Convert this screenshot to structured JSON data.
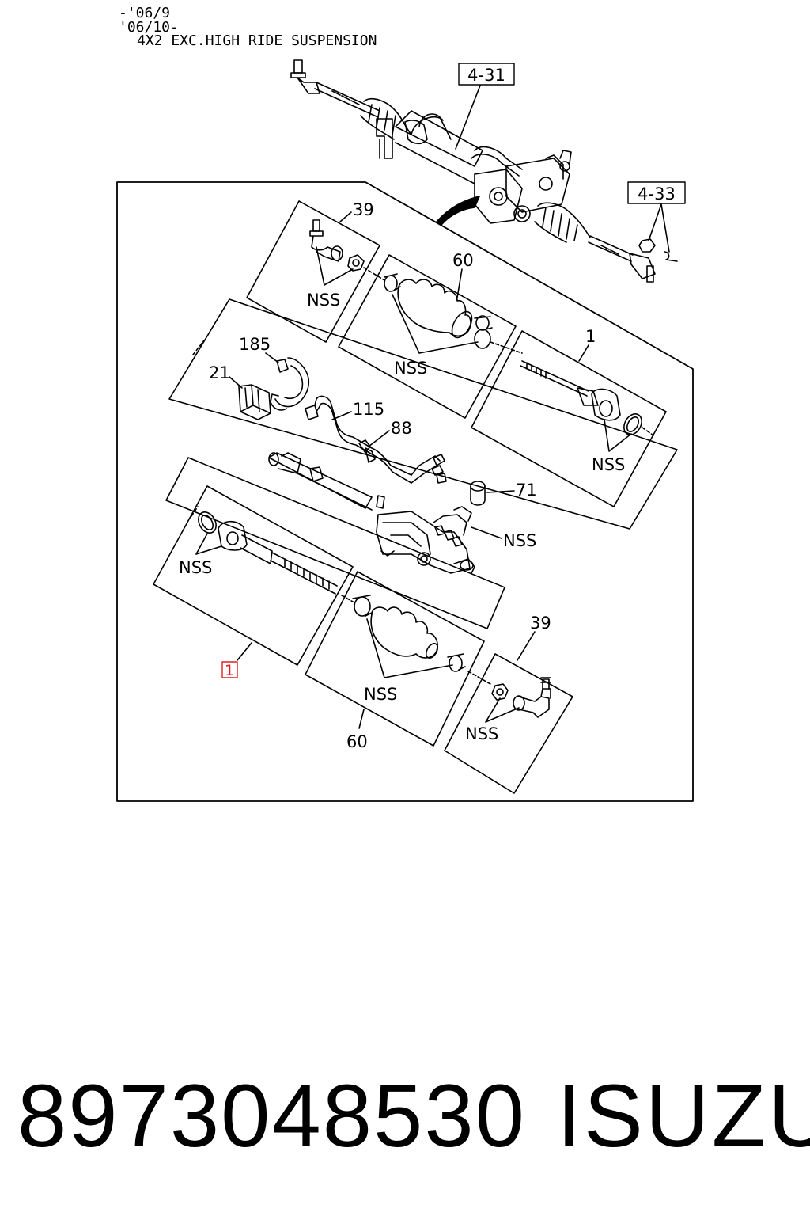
{
  "header": {
    "line1": "-'06/9",
    "line2": "'06/10-",
    "line3": "4X2 EXC.HIGH RIDE SUSPENSION"
  },
  "refs": {
    "ref_4_31": "4-31",
    "ref_4_33": "4-33"
  },
  "callouts": {
    "tie_rod_end_top": "39",
    "boot_kit_top": "60",
    "inner_tie_rod_right": "1",
    "clamp_185": "185",
    "mount_21": "21",
    "pipe_115": "115",
    "pipe_88": "88",
    "seal_71": "71",
    "tie_rod_end_bottom": "39",
    "boot_kit_bottom": "60",
    "inner_tie_rod_left_highlight": "1",
    "highlight_color": "#e02020"
  },
  "nss": {
    "label": "NSS"
  },
  "footer": {
    "part_number": "8973048530",
    "brand": "ISUZU"
  }
}
